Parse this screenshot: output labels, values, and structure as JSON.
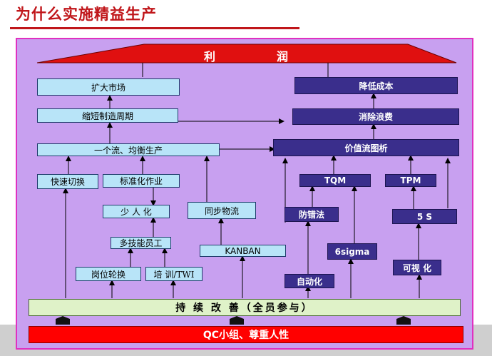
{
  "page": {
    "title": "为什么实施精益生产"
  },
  "roof": {
    "left": "利",
    "right": "润"
  },
  "left_column": {
    "expand_market": "扩大市场",
    "shorten_cycle": "缩短制造周期",
    "one_piece_flow": "一个流、均衡生产",
    "quick_changeover": "快速切换",
    "standard_work": "标准化作业",
    "few_people": "少 人 化",
    "multi_skill": "多技能员工",
    "job_rotation": "岗位轮换",
    "training": "培 训/TWI",
    "sync_logistics": "同步物流",
    "kanban": "KANBAN"
  },
  "right_column": {
    "cost_reduction": "降低成本",
    "eliminate_waste": "消除浪费",
    "vsm": "价值流图析",
    "tqm": "TQM",
    "tpm": "TPM",
    "poka_yoke": "防错法",
    "five_s": "5  S",
    "six_sigma": "6sigma",
    "visual": "可视 化",
    "automation": "自动化"
  },
  "foundation": {
    "kaizen": "持 续 改 善（全员参与）",
    "qc": "QC小组、尊重人性"
  },
  "colors": {
    "title": "#c0161a",
    "frame_fill": "#c8a0f0",
    "frame_border": "#e030c0",
    "light_box": "#b8e4f8",
    "dark_box": "#3a2e8c",
    "roof": "#e01010",
    "kaizen_bar": "#dff2c8",
    "qc_bar": "#ff0000"
  }
}
